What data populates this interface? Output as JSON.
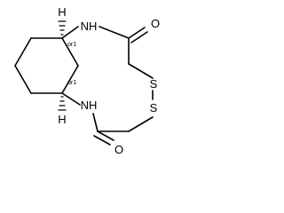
{
  "molecule": {
    "atoms": {
      "nh_top": "NH",
      "nh_bottom": "NH",
      "o_top": "O",
      "o_bottom": "O",
      "s_upper": "S",
      "s_lower": "S",
      "h_top": "H",
      "h_bottom": "H"
    },
    "stereo": {
      "top": "or1",
      "bottom": "or1"
    }
  }
}
